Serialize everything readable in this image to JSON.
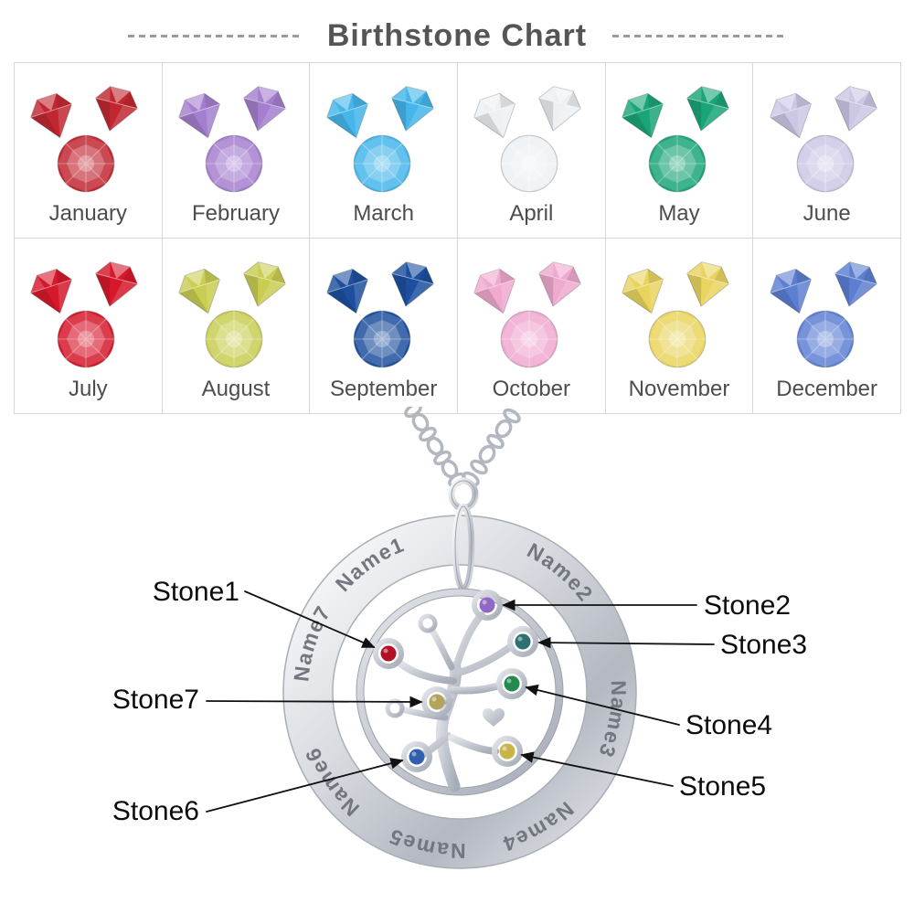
{
  "title": "Birthstone Chart",
  "months": [
    {
      "label": "January",
      "color": "#c22731"
    },
    {
      "label": "February",
      "color": "#a57fcf"
    },
    {
      "label": "March",
      "color": "#45b6ea"
    },
    {
      "label": "April",
      "color": "#edf1f4"
    },
    {
      "label": "May",
      "color": "#1aa578"
    },
    {
      "label": "June",
      "color": "#cdc7e6"
    },
    {
      "label": "July",
      "color": "#d6182b"
    },
    {
      "label": "August",
      "color": "#c9cd52"
    },
    {
      "label": "September",
      "color": "#1d4f9e"
    },
    {
      "label": "October",
      "color": "#f0a9cf"
    },
    {
      "label": "November",
      "color": "#e9d45e"
    },
    {
      "label": "December",
      "color": "#5d7fd2"
    }
  ],
  "necklace": {
    "names": [
      "Name1",
      "Name2",
      "Name3",
      "Name4",
      "Name5",
      "Name6",
      "Name7"
    ],
    "stone_labels": [
      {
        "label": "Stone1",
        "color": "#b11226"
      },
      {
        "label": "Stone2",
        "color": "#9168c5"
      },
      {
        "label": "Stone3",
        "color": "#2e6f72"
      },
      {
        "label": "Stone4",
        "color": "#22894f"
      },
      {
        "label": "Stone5",
        "color": "#c9b44a"
      },
      {
        "label": "Stone6",
        "color": "#2f5fae"
      },
      {
        "label": "Stone7",
        "color": "#b3a45b"
      }
    ],
    "metal_color": "#c9ccd3"
  }
}
